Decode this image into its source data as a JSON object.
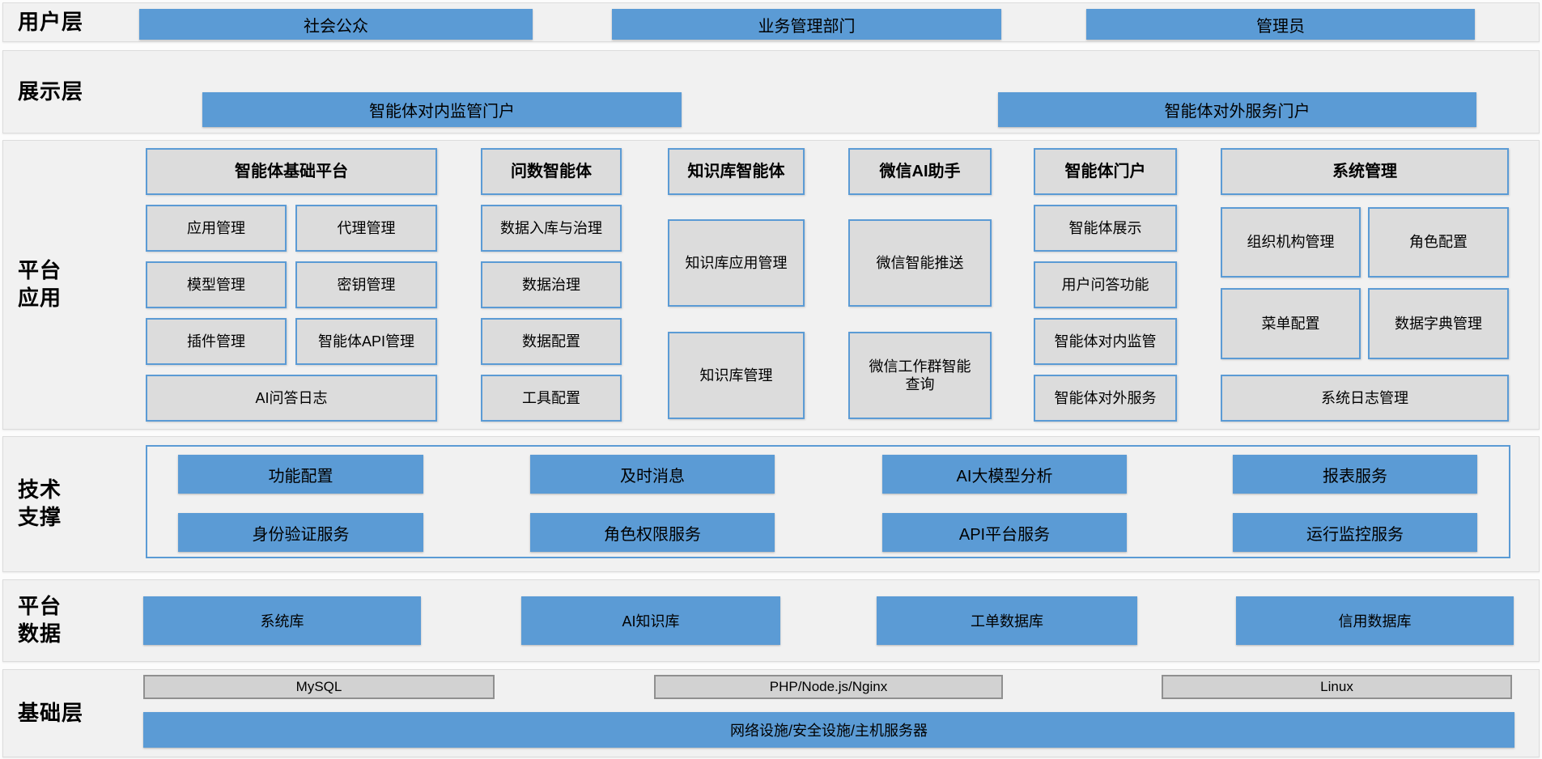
{
  "colors": {
    "accent_blue": "#5b9bd5",
    "box_gray": "#dcdcdc",
    "band_bg": "#f1f1f1",
    "text": "#000000"
  },
  "layers": {
    "user": {
      "label": "用户层",
      "items": [
        "社会公众",
        "业务管理部门",
        "管理员"
      ]
    },
    "display": {
      "label": "展示层",
      "items": [
        "智能体对内监管门户",
        "智能体对外服务门户"
      ]
    },
    "platform_app": {
      "label": "平台\n应用",
      "groups": [
        {
          "header": "智能体基础平台",
          "items": [
            "应用管理",
            "代理管理",
            "模型管理",
            "密钥管理",
            "插件管理",
            "智能体API管理",
            "AI问答日志"
          ]
        },
        {
          "header": "问数智能体",
          "items": [
            "数据入库与治理",
            "数据治理",
            "数据配置",
            "工具配置"
          ]
        },
        {
          "header": "知识库智能体",
          "items": [
            "知识库应用管理",
            "知识库管理"
          ]
        },
        {
          "header": "微信AI助手",
          "items": [
            "微信智能推送",
            "微信工作群智能查询"
          ]
        },
        {
          "header": "智能体门户",
          "items": [
            "智能体展示",
            "用户问答功能",
            "智能体对内监管",
            "智能体对外服务"
          ]
        },
        {
          "header": "系统管理",
          "items": [
            "组织机构管理",
            "角色配置",
            "菜单配置",
            "数据字典管理",
            "系统日志管理"
          ]
        }
      ]
    },
    "tech_support": {
      "label": "技术\n支撑",
      "items": [
        "功能配置",
        "及时消息",
        "AI大模型分析",
        "报表服务",
        "身份验证服务",
        "角色权限服务",
        "API平台服务",
        "运行监控服务"
      ]
    },
    "platform_data": {
      "label": "平台\n数据",
      "items": [
        "系统库",
        "AI知识库",
        "工单数据库",
        "信用数据库"
      ]
    },
    "infrastructure": {
      "label": "基础层",
      "items": [
        "MySQL",
        "PHP/Node.js/Nginx",
        "Linux"
      ],
      "base_bar": "网络设施/安全设施/主机服务器"
    }
  }
}
